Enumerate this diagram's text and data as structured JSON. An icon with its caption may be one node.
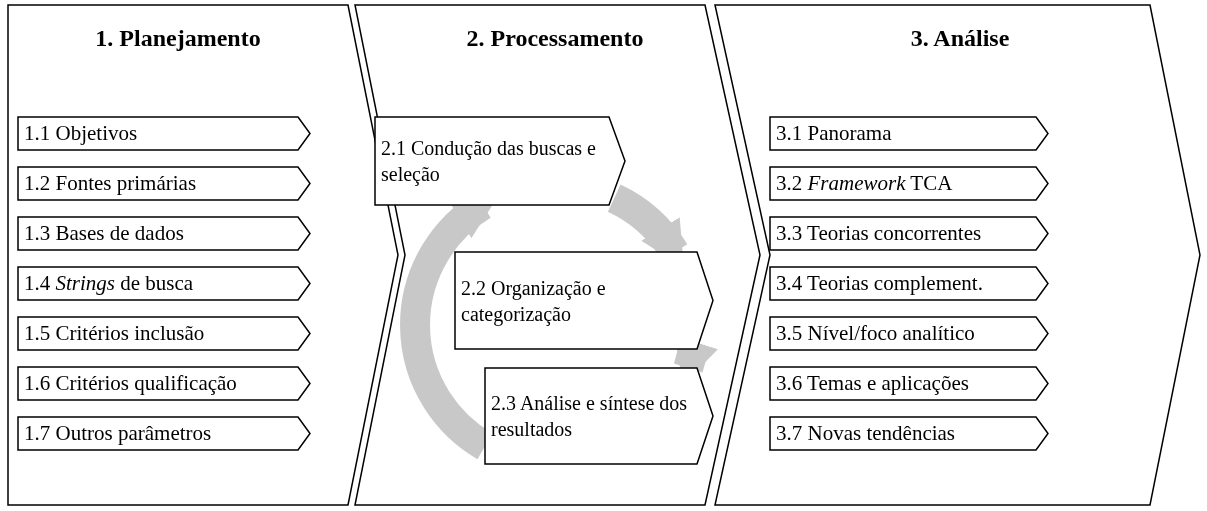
{
  "diagram": {
    "nodes": [
      {
        "text": [
          "1. Planejamento"
        ]
      },
      {
        "text": [
          "1.1 Objetivos"
        ],
        "in": 0
      },
      {
        "text": [
          "1.2 Fontes primárias"
        ],
        "in": 0
      },
      {
        "text": [
          "1.3 Bases de dados"
        ],
        "in": 0
      },
      {
        "text": [
          "1.4 *Strings* de busca"
        ],
        "in": 0
      },
      {
        "text": [
          "1.5 Critérios inclusão"
        ],
        "in": 0
      },
      {
        "text": [
          "1.6 Critérios qualificação"
        ],
        "in": 0
      },
      {
        "text": [
          "1.7 Outros parâmetros"
        ],
        "in": 0
      },
      {
        "text": [
          "2. Processamento"
        ]
      },
      {
        "text": [
          "2.1 Condução das buscas e seleção"
        ],
        "in": 8
      },
      {
        "text": [
          "2.2 Organização e categorização"
        ],
        "in": 8
      },
      {
        "text": [
          "2.3 Análise e síntese dos resultados"
        ],
        "in": 8
      },
      {
        "text": [
          "3. Análise"
        ]
      },
      {
        "text": [
          "3.1 Panorama"
        ],
        "in": 12
      },
      {
        "text": [
          "3.2 *Framework* TCA"
        ],
        "in": 12
      },
      {
        "text": [
          "3.3 Teorias concorrentes"
        ],
        "in": 12
      },
      {
        "text": [
          "3.4 Teorias complement."
        ],
        "in": 12
      },
      {
        "text": [
          "3.5 Nível/foco analítico"
        ],
        "in": 12
      },
      {
        "text": [
          "3.6 Temas e aplicações"
        ],
        "in": 12
      },
      {
        "text": [
          "3.7 Novas tendências"
        ],
        "in": 12
      }
    ],
    "edges": [
      {
        "from": 9,
        "to": 10,
        "arrow": "to"
      },
      {
        "from": 10,
        "to": 11,
        "arrow": "to"
      },
      {
        "from": 11,
        "to": 9,
        "arrow": "to"
      }
    ]
  }
}
